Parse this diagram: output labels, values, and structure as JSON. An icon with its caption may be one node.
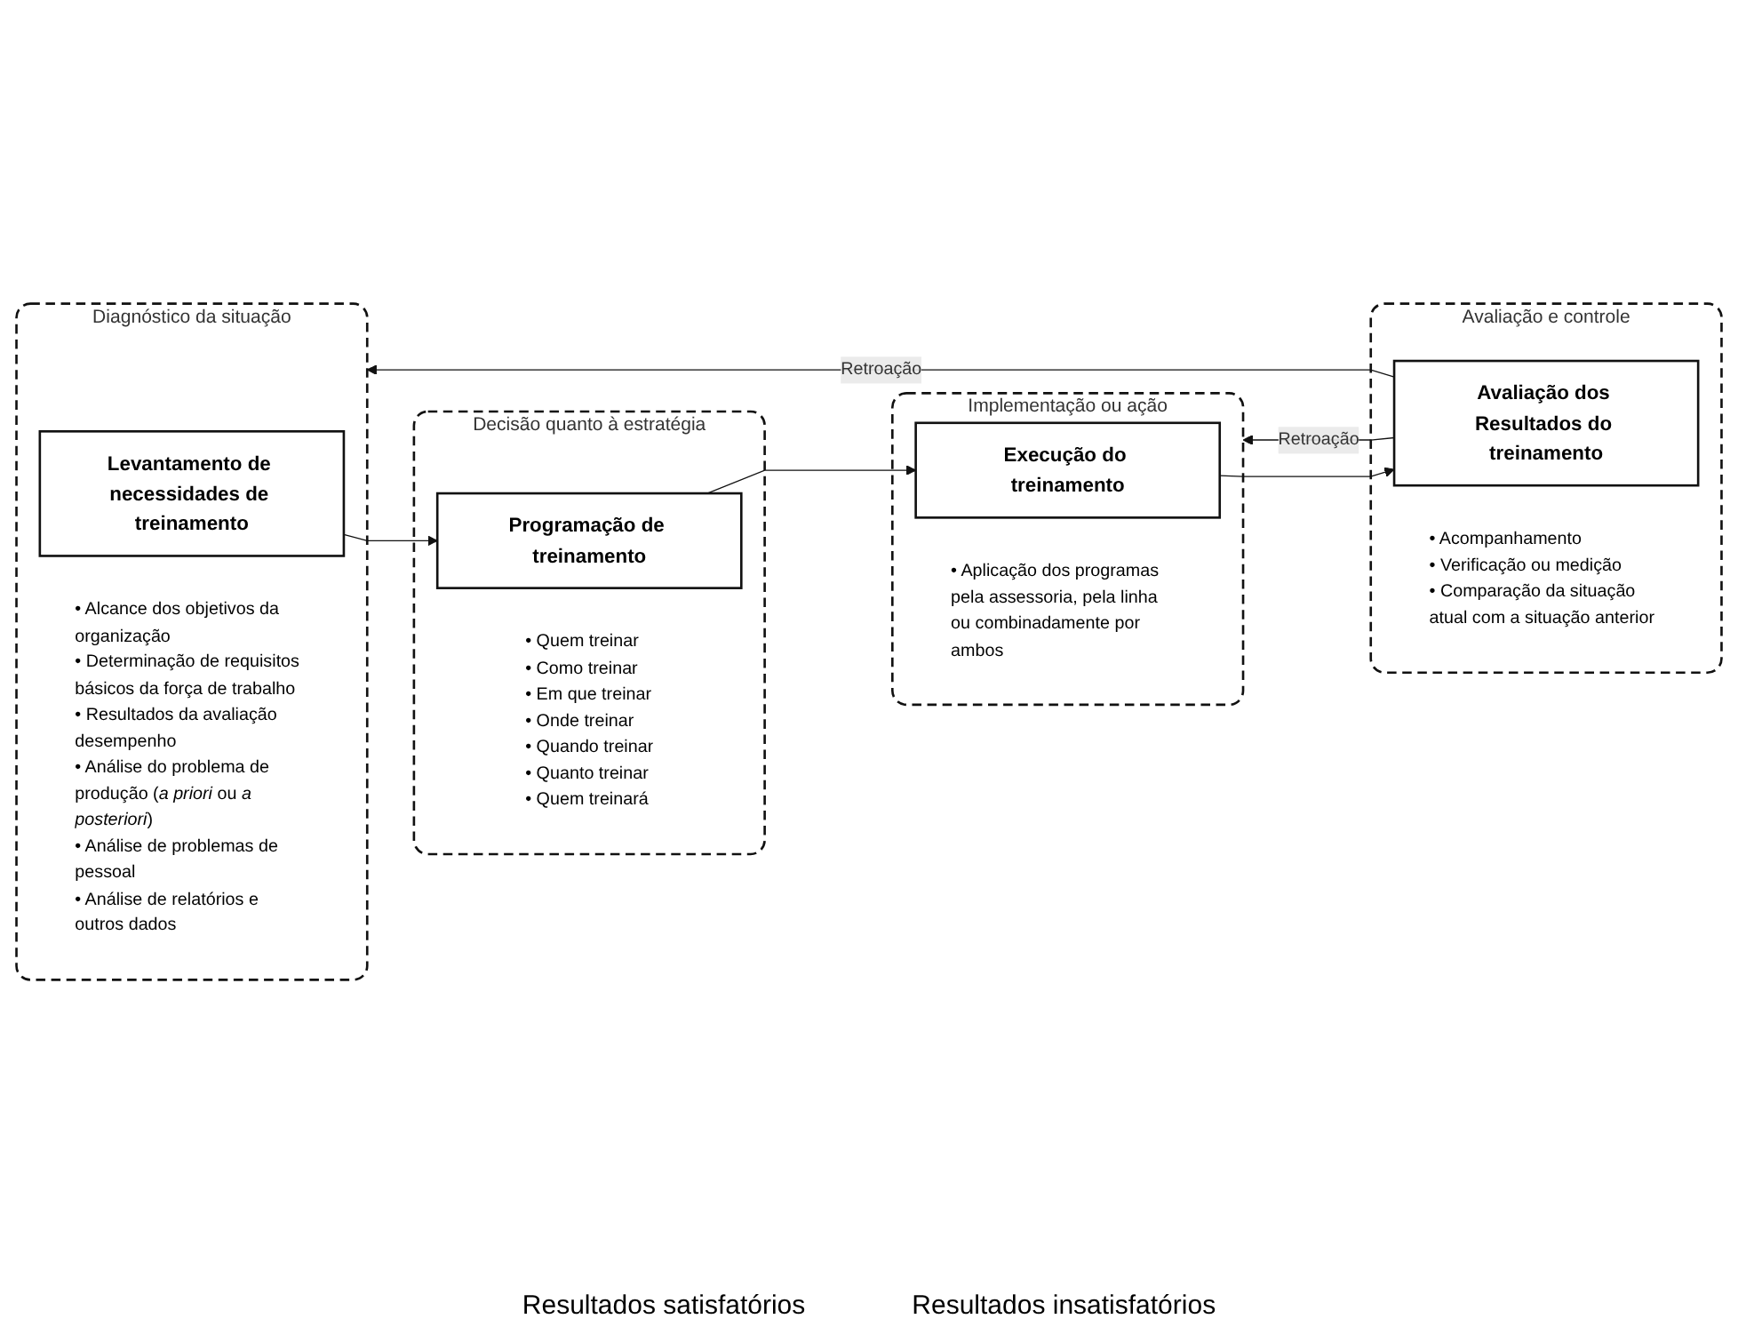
{
  "diagram": {
    "nodes": [
      {
        "text": [
          "Diagnóstico da situação"
        ]
      },
      {
        "text": [
          "Levantamento de necessidades de treinamento"
        ],
        "in": 0,
        "beside": [
          "• Alcance dos objetivos da organização",
          "• Determinação de requisitos básicos da força de trabalho",
          "• Resultados da avaliação desempenho",
          "• Análise do problema de produção (*a priori* ou *a posteriori*)",
          "• Análise de problemas de pessoal",
          "• Análise de relatórios e outros dados"
        ]
      },
      {
        "text": [
          "Decisão quanto à estratégia"
        ]
      },
      {
        "text": [
          "Programação de treinamento"
        ],
        "in": 2,
        "beside": [
          "• Quem treinar",
          "• Como treinar",
          "• Em que treinar",
          "• Onde treinar",
          "• Quando treinar",
          "• Quanto treinar",
          "• Quem treinará"
        ]
      },
      {
        "text": [
          "Implementação ou ação"
        ]
      },
      {
        "text": [
          "Execução do treinamento"
        ],
        "in": 4,
        "beside": [
          "• Aplicação dos programas pela assessoria, pela linha ou combinadamente por ambos"
        ]
      },
      {
        "text": [
          "Avaliação e controle"
        ]
      },
      {
        "text": [
          "Avaliação dos Resultados do treinamento"
        ],
        "in": 6,
        "beside": [
          "• Acompanhamento",
          "• Verificação ou medição",
          "• Comparação da situação atual com a situação anterior"
        ]
      }
    ],
    "edges": [
      {
        "from": 1,
        "to": 3,
        "arrow": "to"
      },
      {
        "from": 3,
        "to": 5,
        "arrow": "to"
      },
      {
        "from": 5,
        "to": 7,
        "arrow": "to"
      },
      {
        "from": 7,
        "to": 4,
        "arrow": "to",
        "label": "Retroação"
      },
      {
        "from": 7,
        "to": 0,
        "arrow": "to",
        "label": "Retroação"
      }
    ],
    "labels": [
      "Resultados satisfatórios",
      "Resultados insatisfatórios"
    ]
  }
}
